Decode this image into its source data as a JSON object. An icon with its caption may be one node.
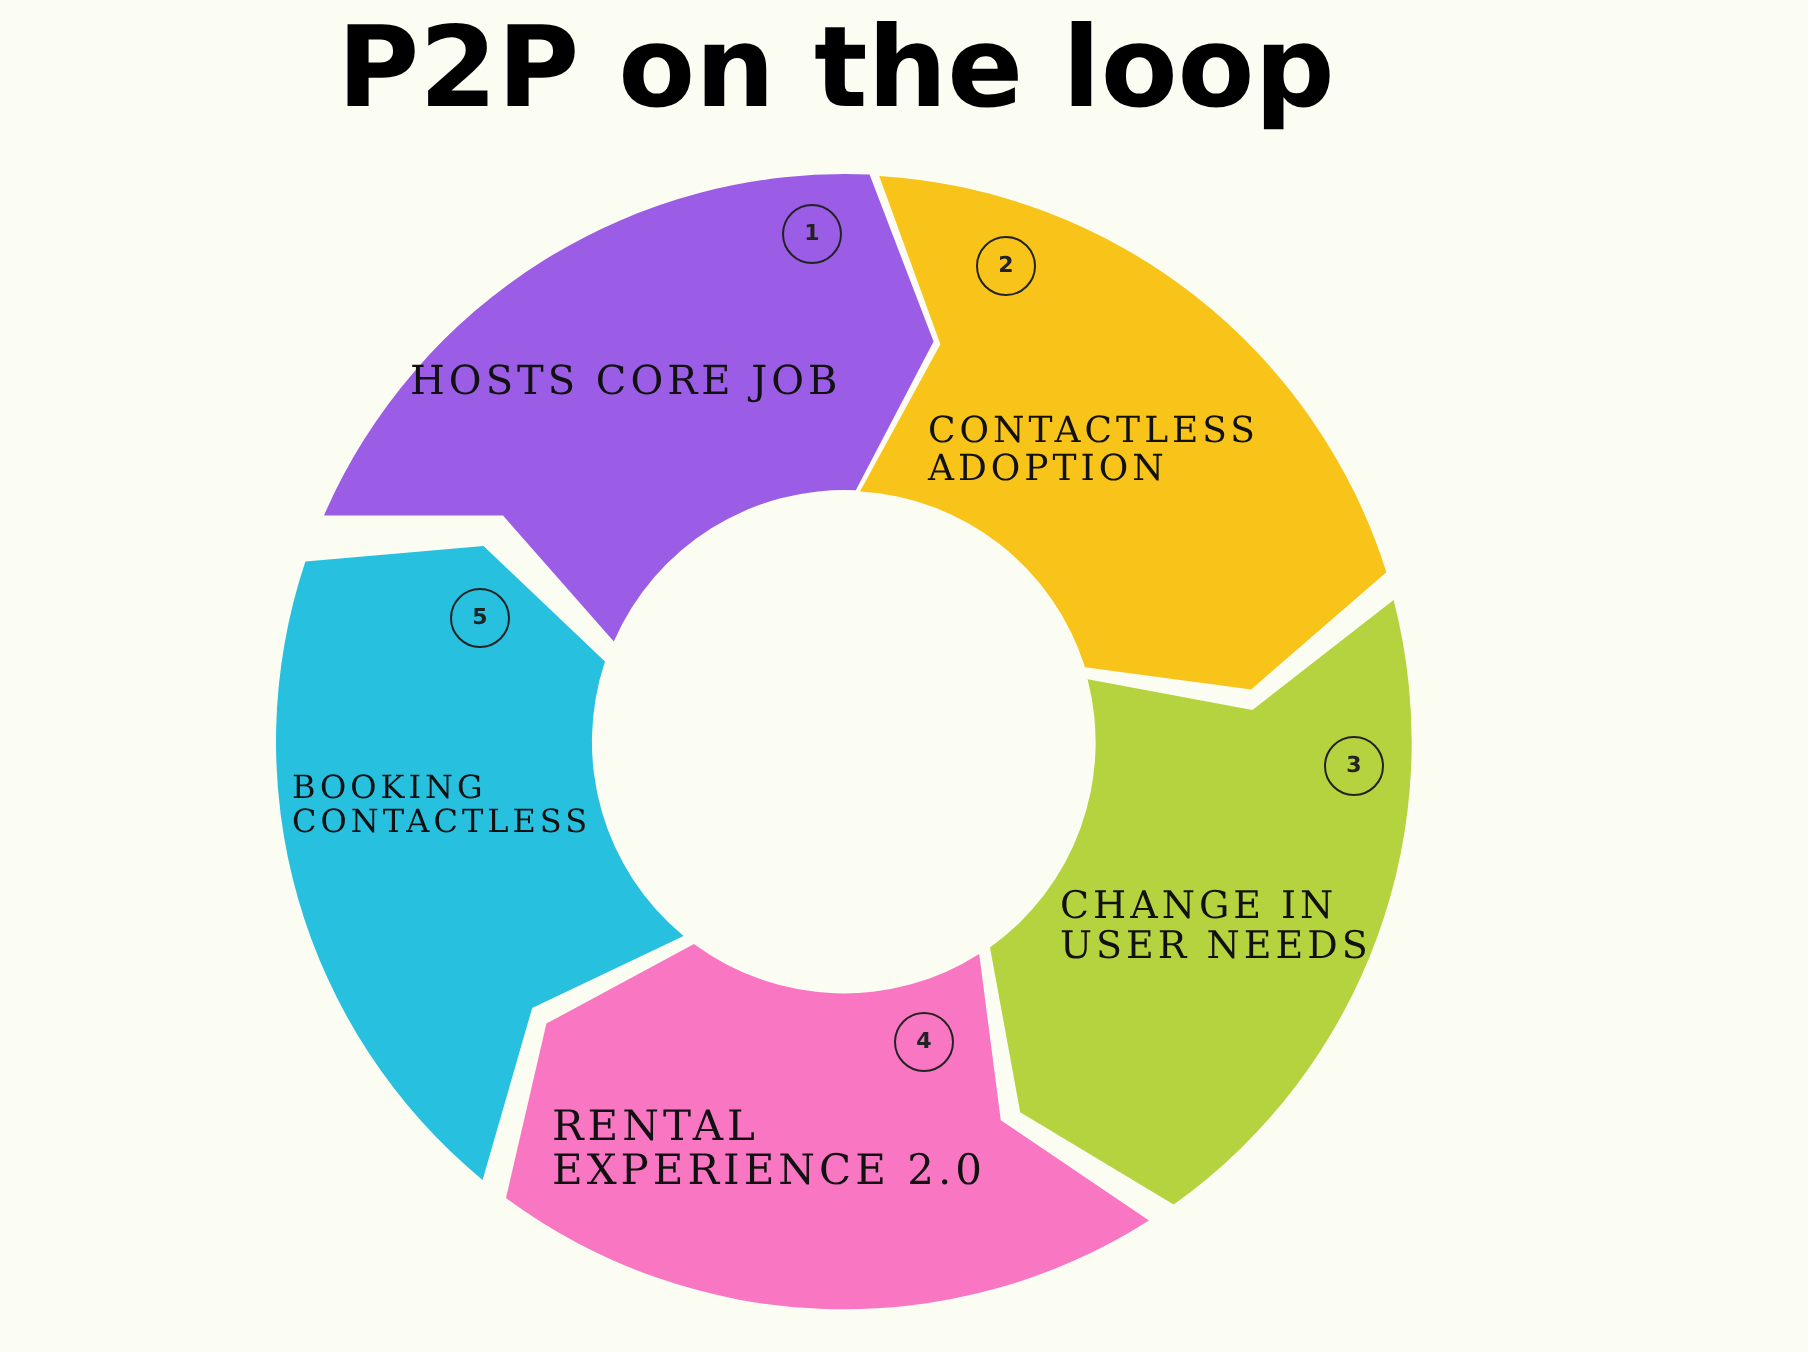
{
  "diagram": {
    "title": "P2P on the loop",
    "nodes": [
      {
        "text": [
          "HOSTS CORE JOB"
        ]
      },
      {
        "text": [
          "1"
        ],
        "in": 0
      },
      {
        "text": [
          "CONTACTLESS ADOPTION"
        ]
      },
      {
        "text": [
          "2"
        ],
        "in": 2
      },
      {
        "text": [
          "CHANGE IN USER NEEDS"
        ]
      },
      {
        "text": [
          "3"
        ],
        "in": 4
      },
      {
        "text": [
          "RENTAL EXPERIENCE 2.0"
        ]
      },
      {
        "text": [
          "4"
        ],
        "in": 6
      },
      {
        "text": [
          "BOOKING CONTACTLESS"
        ]
      },
      {
        "text": [
          "5"
        ],
        "in": 8
      }
    ]
  }
}
